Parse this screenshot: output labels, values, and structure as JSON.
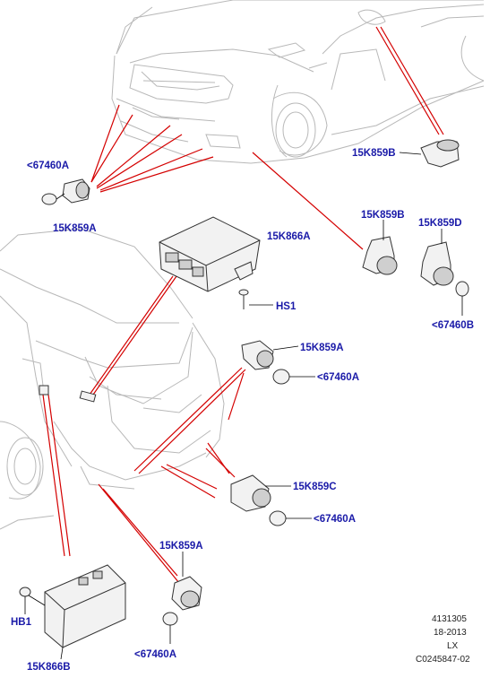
{
  "callouts": {
    "c1": "<67460A",
    "c2": "15K859A",
    "c3": "15K859B",
    "c4": "15K866A",
    "c5": "HS1",
    "c6": "15K859B",
    "c7": "15K859D",
    "c8": "<67460B",
    "c9": "15K859A",
    "c10": "<67460A",
    "c11": "15K859C",
    "c12": "<67460A",
    "c13": "15K859A",
    "c14": "<67460A",
    "c15": "HB1",
    "c16": "15K866B"
  },
  "meta": {
    "line1": "4131305",
    "line2": "18-2013",
    "line3": "LX",
    "line4": "C0245847-02"
  },
  "colors": {
    "label": "#1a1aa8",
    "leader_red": "#d40000",
    "outline": "#b8b8b8"
  }
}
